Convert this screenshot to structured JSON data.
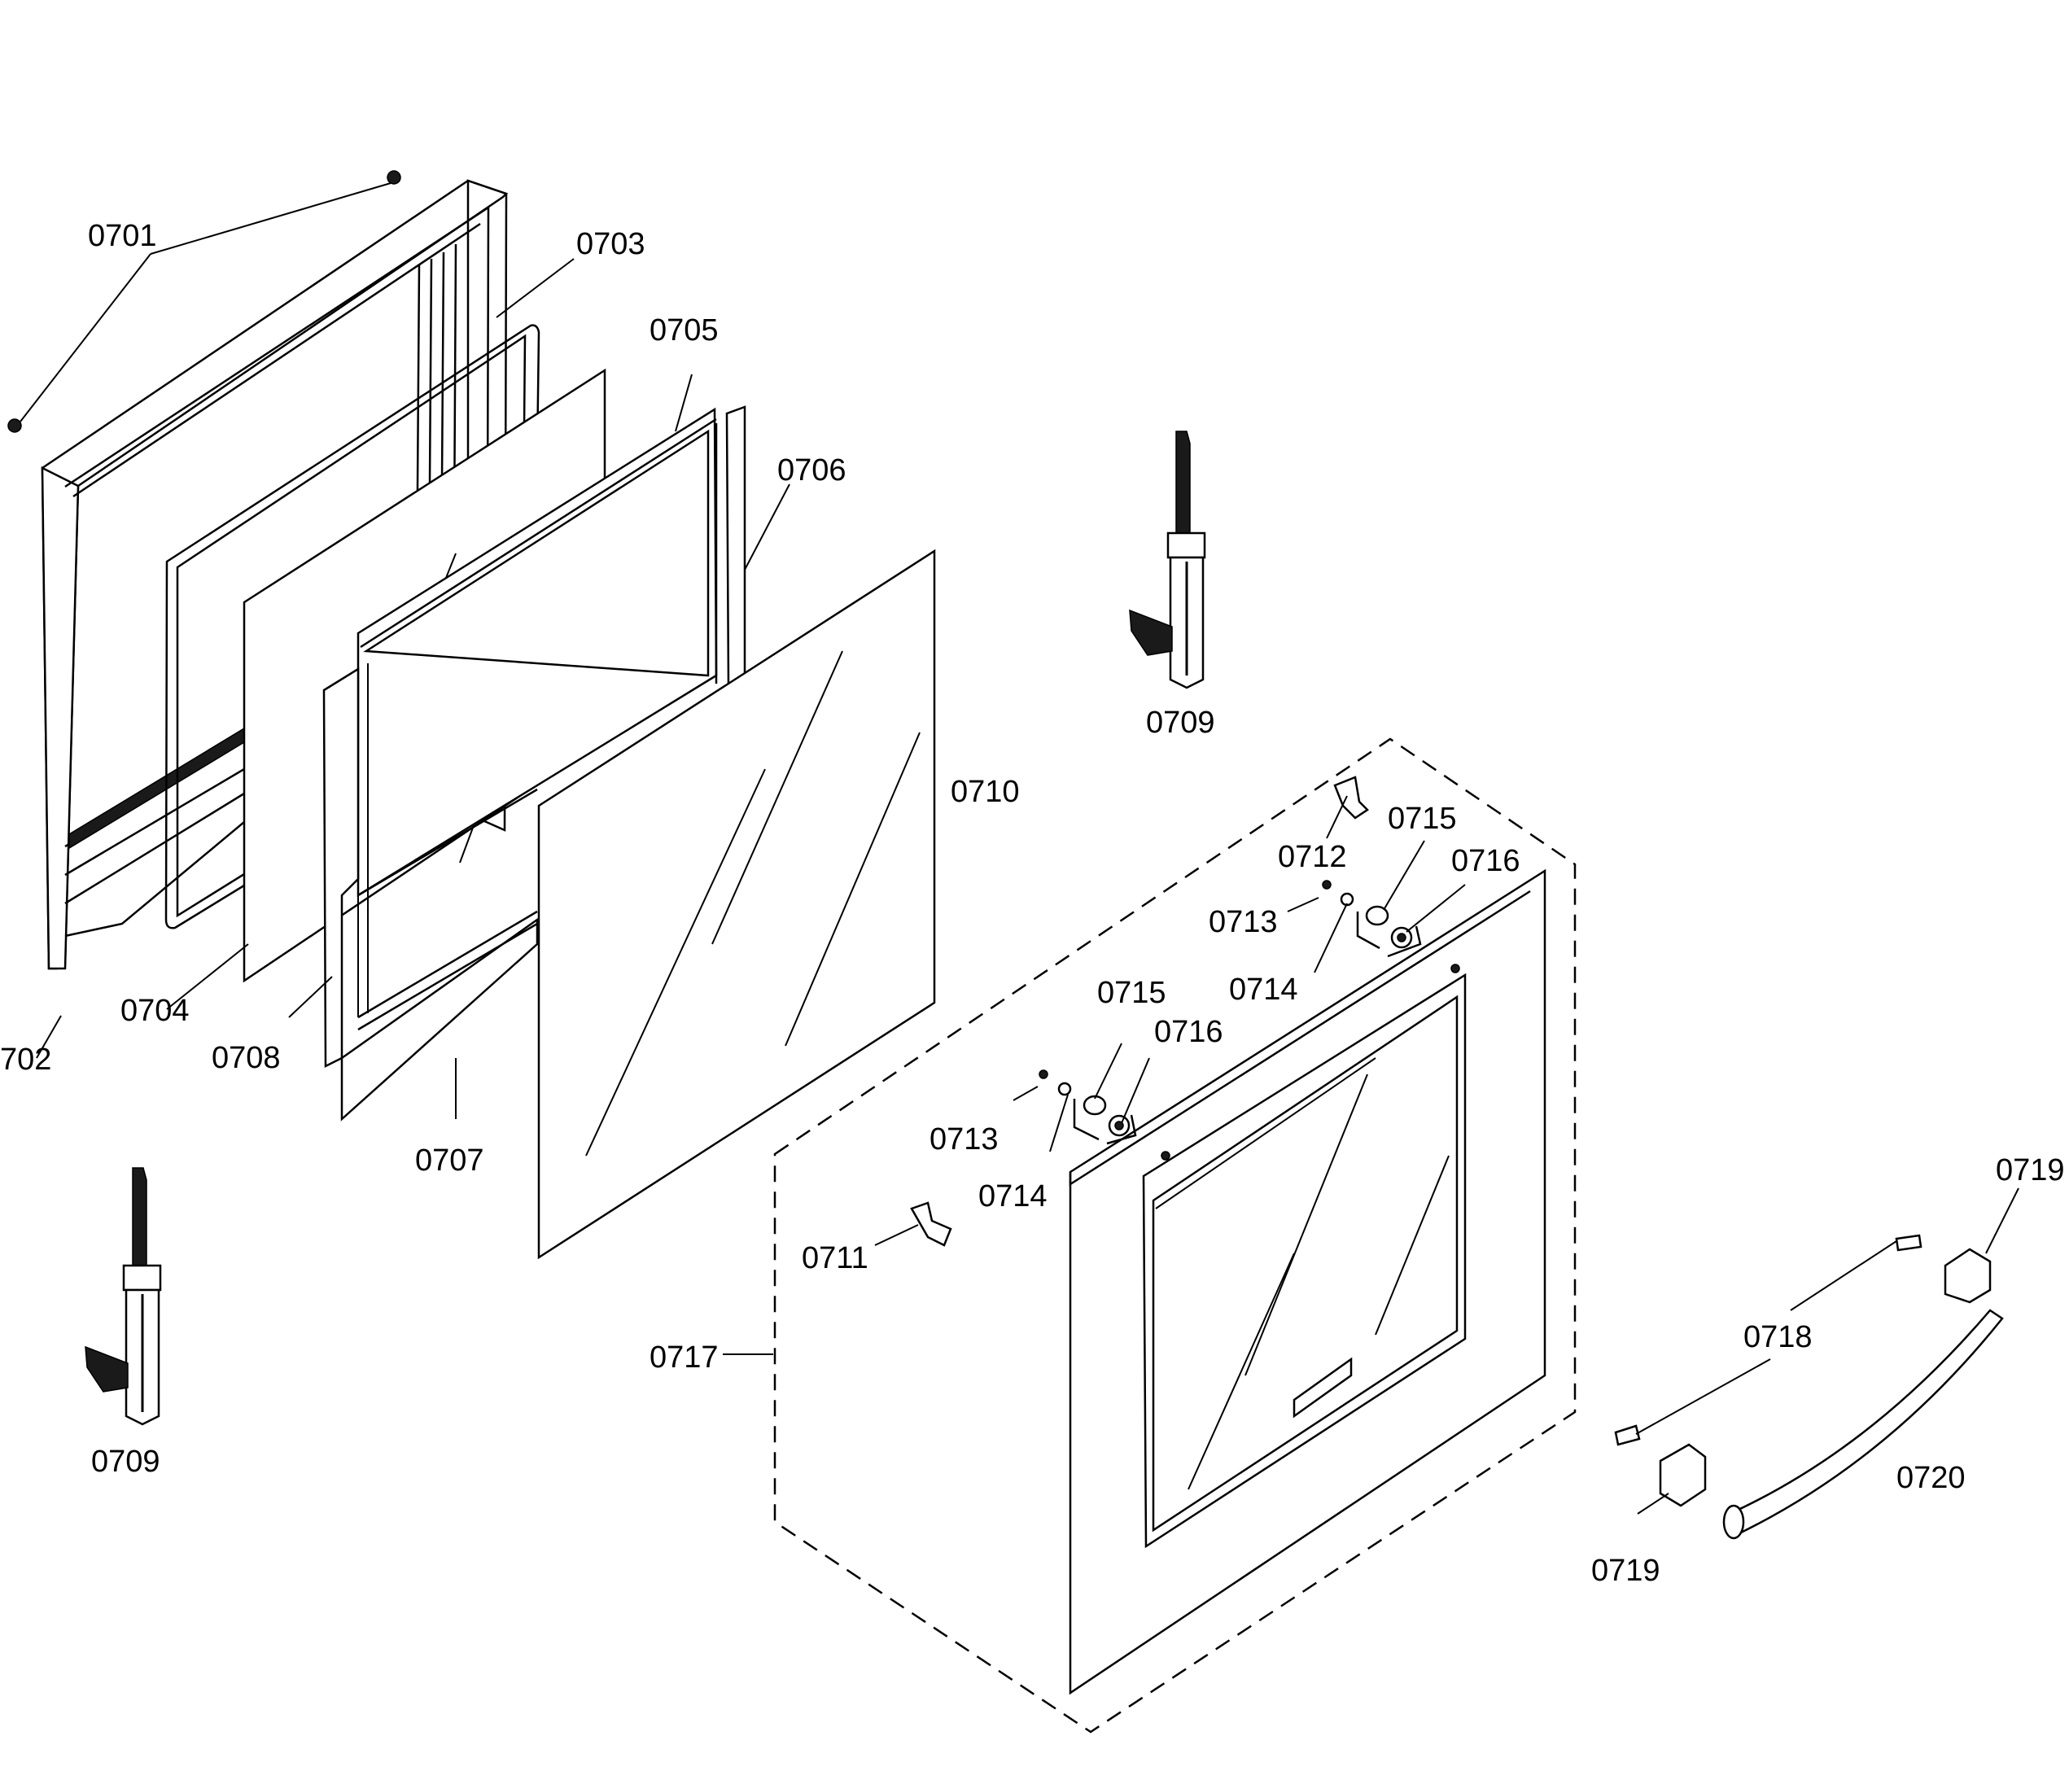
{
  "labels": {
    "l0701": "0701",
    "l0702": "702",
    "l0703": "0703",
    "l0704": "0704",
    "l0705": "0705",
    "l0706": "0706",
    "l0707": "0707",
    "l0708": "0708",
    "l0709a": "0709",
    "l0709b": "0709",
    "l0710": "0710",
    "l0711": "0711",
    "l0712": "0712",
    "l0713a": "0713",
    "l0713b": "0713",
    "l0714a": "0714",
    "l0714b": "0714",
    "l0715a": "0715",
    "l0715b": "0715",
    "l0716a": "0716",
    "l0716b": "0716",
    "l0717": "0717",
    "l0718": "0718",
    "l0719a": "0719",
    "l0719b": "0719",
    "l0720": "0720"
  }
}
